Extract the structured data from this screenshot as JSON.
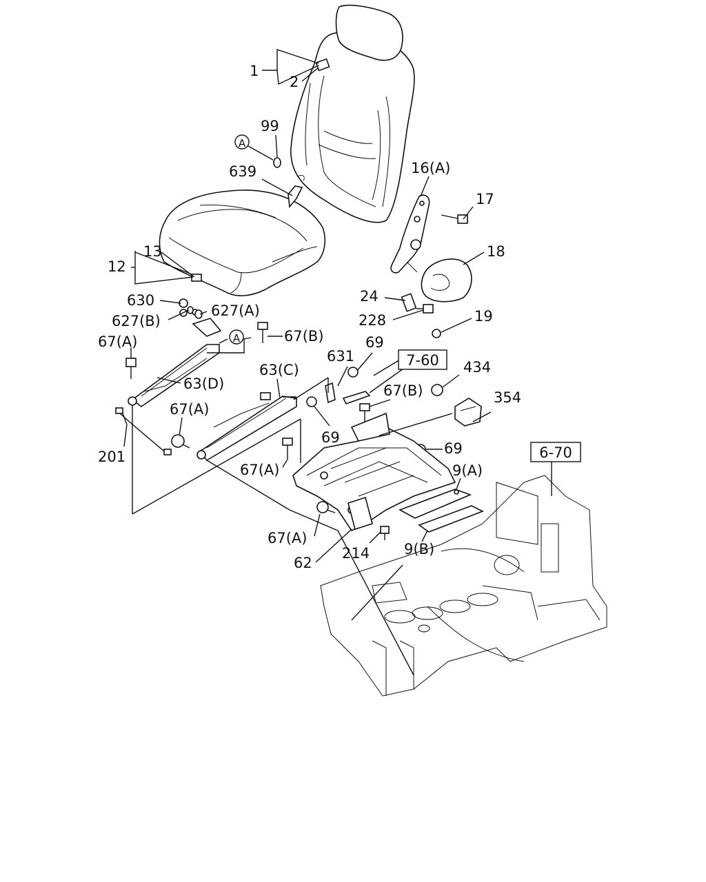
{
  "callouts": {
    "c1": "1",
    "c2": "2",
    "c99": "99",
    "c639": "639",
    "c16a": "16(A)",
    "c17": "17",
    "c18": "18",
    "c13": "13",
    "c12": "12",
    "c24": "24",
    "c228": "228",
    "c19": "19",
    "c630": "630",
    "c627a": "627(A)",
    "c627b": "627(B)",
    "c67a_1": "67(A)",
    "c67b_1": "67(B)",
    "c63d": "63(D)",
    "c63c": "63(C)",
    "c631": "631",
    "c69_1": "69",
    "c67b_2": "67(B)",
    "c434": "434",
    "c354": "354",
    "c67a_2": "67(A)",
    "c201": "201",
    "c69_2": "69",
    "c69_3": "69",
    "c67a_3": "67(A)",
    "c9a": "9(A)",
    "c67a_4": "67(A)",
    "c214": "214",
    "c9b": "9(B)",
    "c62": "62"
  },
  "references": {
    "ref_7_60": "7-60",
    "ref_6_70": "6-70"
  },
  "markers": {
    "a_upper": "A",
    "a_lower": "A"
  }
}
